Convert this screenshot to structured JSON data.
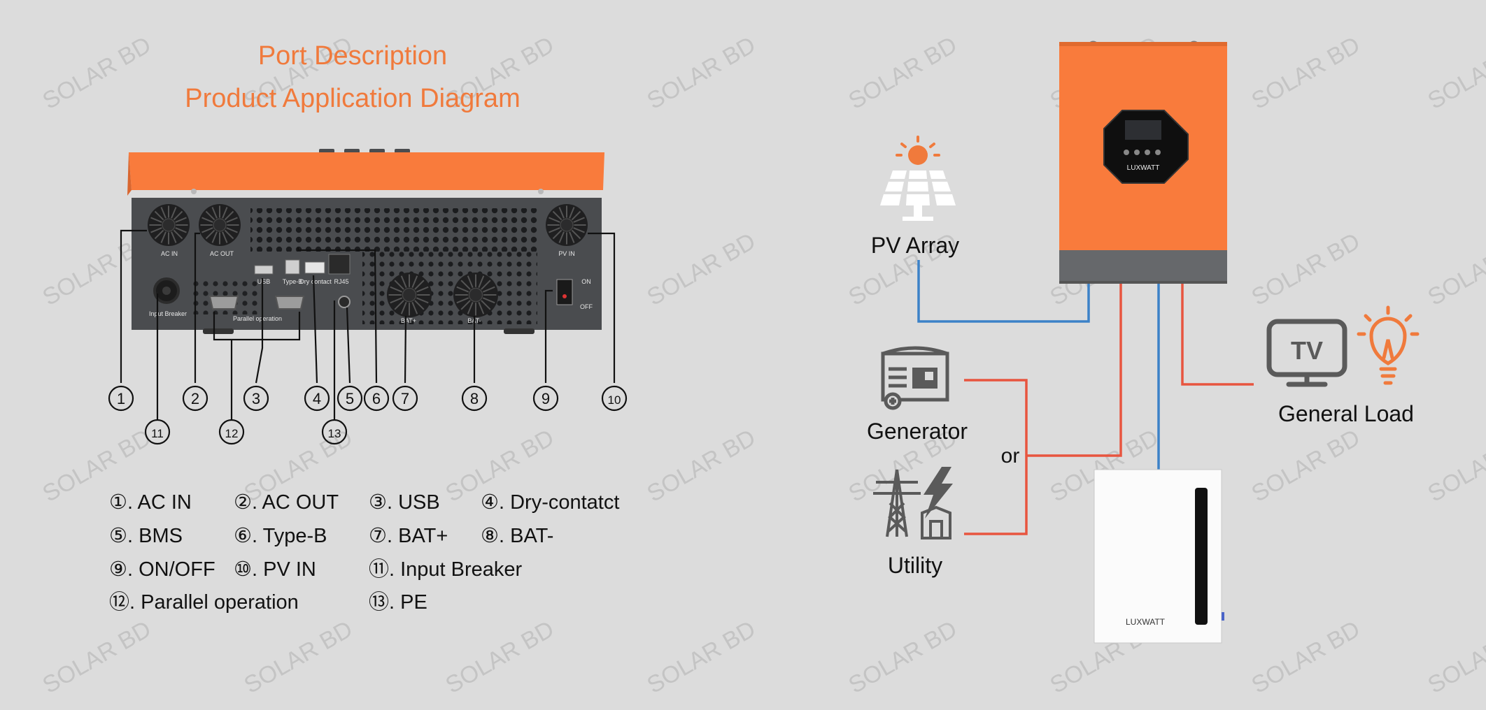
{
  "titles": {
    "port_description": "Port Description",
    "application_diagram": "Product Application Diagram"
  },
  "colors": {
    "accent_orange": "#f07a3c",
    "inverter_orange": "#f97b3c",
    "dark_panel": "#4a4c4f",
    "blue_wire": "#3c82c8",
    "red_wire": "#e8553f",
    "background": "#dcdcdc",
    "watermark": "#c4c4c4"
  },
  "watermark": "SOLAR BD",
  "device_labels": {
    "ac_in": "AC IN",
    "ac_out": "AC OUT",
    "pv_in": "PV IN",
    "usb": "USB",
    "type_b": "Type-B",
    "dry_contact": "Dry contact",
    "rj45": "RJ45",
    "bat_pos": "BAT+",
    "bat_neg": "BAT-",
    "on": "ON",
    "off": "OFF",
    "input_breaker": "Input Breaker",
    "parallel_operation": "Parallel operation"
  },
  "callout_numbers": [
    "1",
    "2",
    "3",
    "4",
    "5",
    "6",
    "7",
    "8",
    "9",
    "10",
    "11",
    "12",
    "13"
  ],
  "legend": [
    [
      "①. AC IN",
      "②. AC OUT",
      "③. USB",
      "④. Dry-contatct"
    ],
    [
      "⑤. BMS",
      "⑥. Type-B",
      "⑦. BAT+",
      "⑧. BAT-"
    ],
    [
      "⑨. ON/OFF",
      "⑩. PV IN",
      "⑪. Input Breaker",
      ""
    ],
    [
      "⑫. Parallel  operation",
      "",
      "⑬. PE",
      ""
    ]
  ],
  "diagram": {
    "pv_array": "PV Array",
    "generator": "Generator",
    "utility": "Utility",
    "or": "or",
    "general_load": "General Load",
    "tv": "TV",
    "brand": "LUXWATT"
  }
}
